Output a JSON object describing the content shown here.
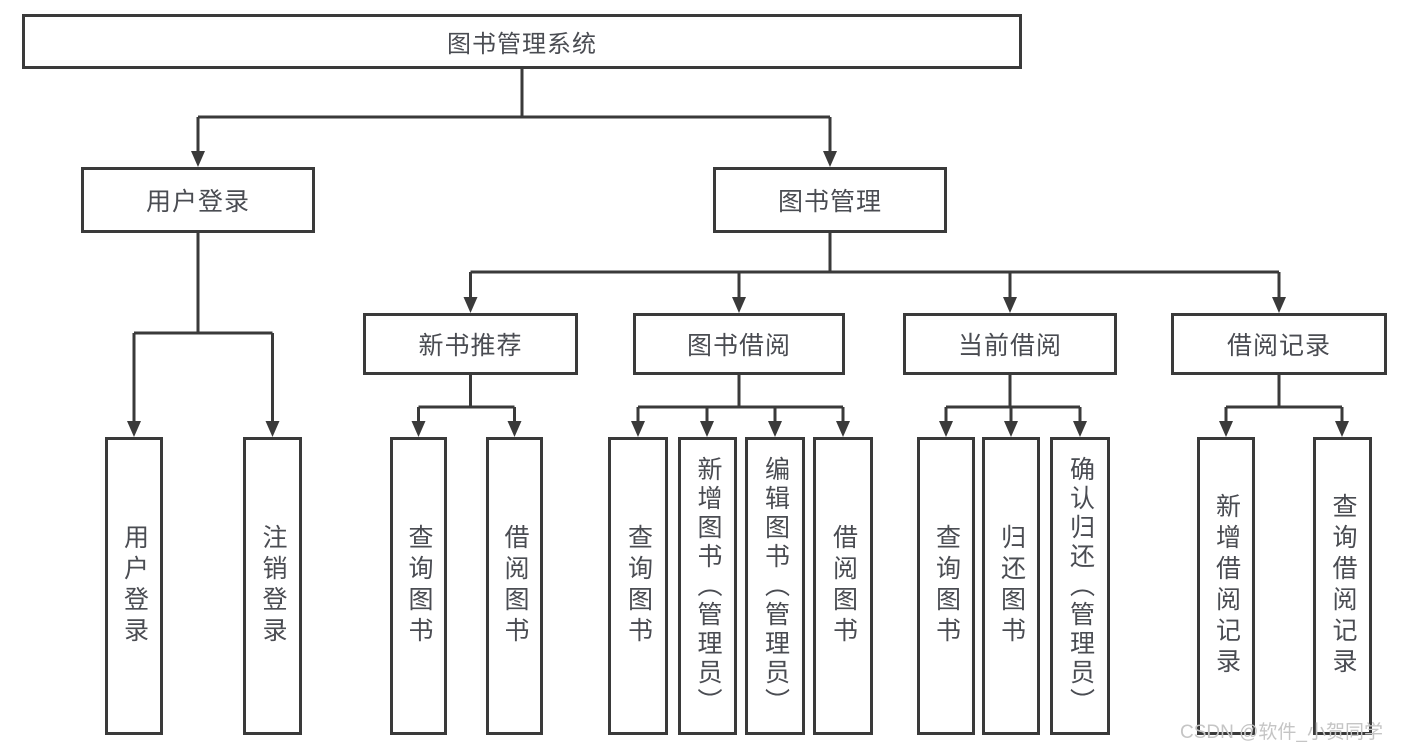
{
  "diagram": {
    "type": "hierarchy-tree",
    "root": {
      "label": "图书管理系统"
    },
    "branches": [
      {
        "label": "用户登录",
        "children": [
          {
            "label": "用户登录"
          },
          {
            "label": "注销登录"
          }
        ]
      },
      {
        "label": "图书管理",
        "children": [
          {
            "label": "新书推荐",
            "children": [
              {
                "label": "查询图书"
              },
              {
                "label": "借阅图书"
              }
            ]
          },
          {
            "label": "图书借阅",
            "children": [
              {
                "label": "查询图书"
              },
              {
                "label": "新增图书（管理员）"
              },
              {
                "label": "编辑图书（管理员）"
              },
              {
                "label": "借阅图书"
              }
            ]
          },
          {
            "label": "当前借阅",
            "children": [
              {
                "label": "查询图书"
              },
              {
                "label": "归还图书"
              },
              {
                "label": "确认归还（管理员）"
              }
            ]
          },
          {
            "label": "借阅记录",
            "children": [
              {
                "label": "新增借阅记录"
              },
              {
                "label": "查询借阅记录"
              }
            ]
          }
        ]
      }
    ],
    "colors": {
      "line": "#3a3a3a",
      "box_border": "#3a3a3a",
      "text": "#4a4c52",
      "watermark": "#c5c5c5",
      "background": "#ffffff"
    }
  },
  "watermark": {
    "text": "CSDN @软件_小贺同学"
  }
}
